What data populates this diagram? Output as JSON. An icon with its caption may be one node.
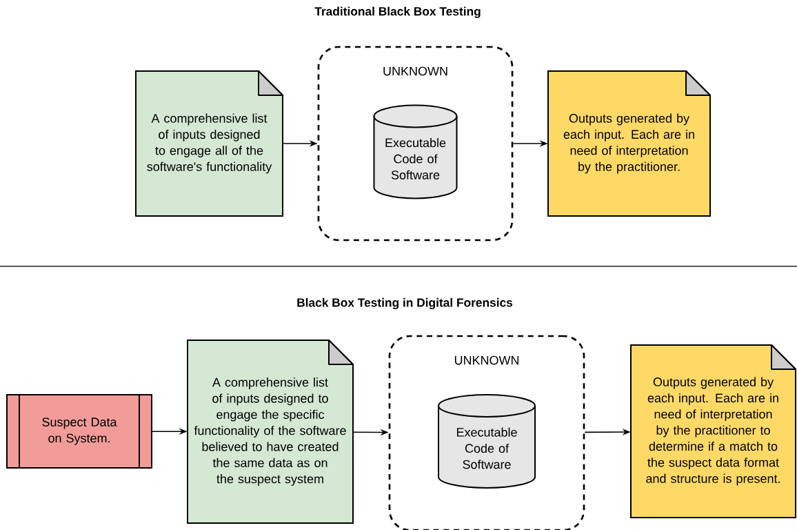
{
  "diagram": {
    "nodes": [
      {
        "text": [
          "A comprehensive list of inputs designed to engage all of the software's functionality"
        ]
      },
      {
        "text": [
          "UNKNOWN"
        ]
      },
      {
        "text": [
          "Executable Code of Software"
        ],
        "in": 1
      },
      {
        "text": [
          "Outputs generated by each input. Each are in need of interpretation by the practitioner."
        ]
      },
      {
        "text": [
          "Suspect Data on System."
        ]
      },
      {
        "text": [
          "A comprehensive list of inputs designed to engage the specific functionality of the software believed to have created the same data as on the suspect system"
        ]
      },
      {
        "text": [
          "UNKNOWN"
        ]
      },
      {
        "text": [
          "Executable Code of Software"
        ],
        "in": 6
      },
      {
        "text": [
          "Outputs generated by each input. Each are in need of interpretation by the practitioner to determine if a match to the suspect data format and structure is present."
        ]
      }
    ],
    "edges": [
      {
        "from": 0,
        "to": 1,
        "arrow": "to"
      },
      {
        "from": 1,
        "to": 3,
        "arrow": "to"
      },
      {
        "from": 4,
        "to": 5,
        "arrow": "to"
      },
      {
        "from": 5,
        "to": 6,
        "arrow": "to"
      },
      {
        "from": 6,
        "to": 8,
        "arrow": "to"
      }
    ],
    "labels": [
      "Traditional Black Box Testing",
      "Black Box Testing in Digital Forensics"
    ]
  }
}
